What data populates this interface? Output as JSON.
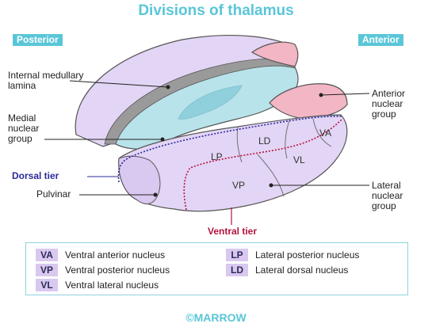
{
  "title": "Divisions of thalamus",
  "orientation": {
    "posterior": "Posterior",
    "anterior": "Anterior"
  },
  "labels": {
    "internal_medullary_lamina_line1": "Internal medullary",
    "internal_medullary_lamina_line2": "lamina",
    "medial_nuclear_group_line1": "Medial",
    "medial_nuclear_group_line2": "nuclear",
    "medial_nuclear_group_line3": "group",
    "anterior_nuclear_group_line1": "Anterior",
    "anterior_nuclear_group_line2": "nuclear",
    "anterior_nuclear_group_line3": "group",
    "lateral_nuclear_group_line1": "Lateral",
    "lateral_nuclear_group_line2": "nuclear",
    "lateral_nuclear_group_line3": "group",
    "pulvinar": "Pulvinar",
    "dorsal_tier": "Dorsal tier",
    "ventral_tier": "Ventral tier"
  },
  "nuclei_marks": {
    "lp": "LP",
    "ld": "LD",
    "va": "VA",
    "vl": "VL",
    "vp": "VP"
  },
  "legend": [
    {
      "abbr": "VA",
      "text": "Ventral anterior nucleus"
    },
    {
      "abbr": "VP",
      "text": "Ventral posterior nucleus"
    },
    {
      "abbr": "VL",
      "text": "Ventral lateral nucleus"
    },
    {
      "abbr": "LP",
      "text": "Lateral posterior nucleus"
    },
    {
      "abbr": "LD",
      "text": "Lateral dorsal nucleus"
    }
  ],
  "credit": "©MARROW",
  "colors": {
    "accent": "#5ac6d8",
    "medial": "#b8e3ea",
    "lateral": "#e3d5f5",
    "anterior": "#f2b6c4",
    "lamina": "#9a9a9a",
    "dorsal_tier_line": "#2b2b9c",
    "ventral_tier_line": "#b5123f"
  }
}
